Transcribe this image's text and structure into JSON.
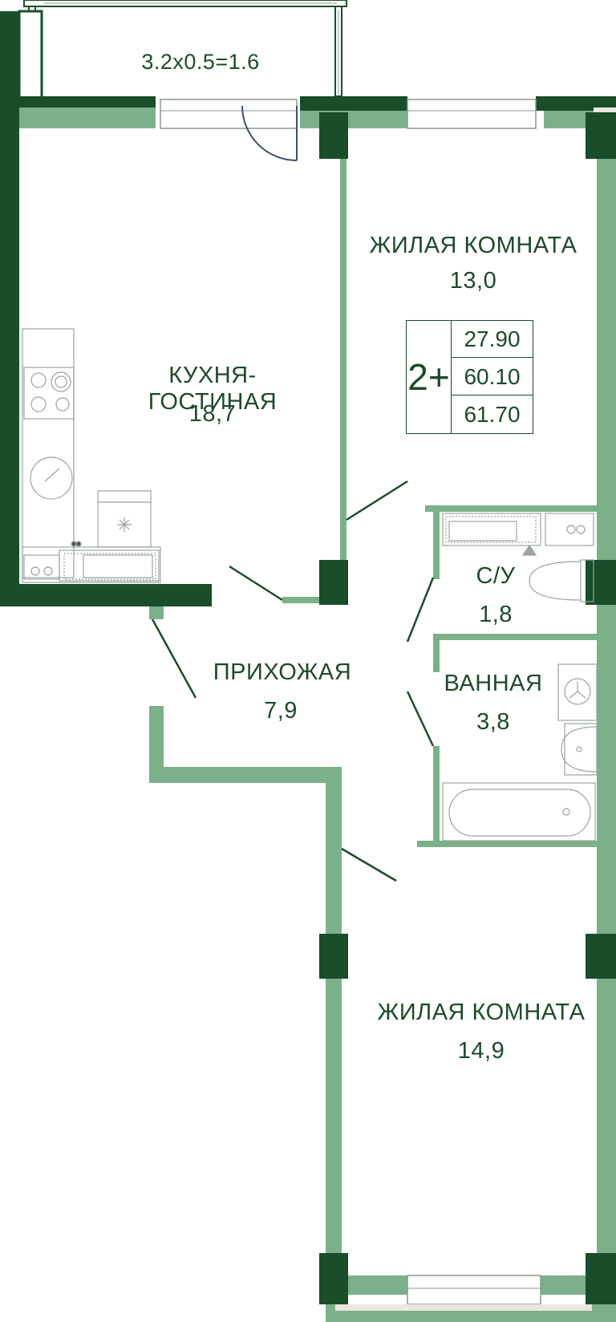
{
  "balcony": {
    "label": "3.2x0.5=1.6"
  },
  "rooms": {
    "living_room_1": {
      "name": "ЖИЛАЯ КОМНАТА",
      "area": "13,0"
    },
    "kitchen_living": {
      "name": "КУХНЯ-ГОСТИНАЯ",
      "area": "18,7"
    },
    "wc": {
      "name": "С/У",
      "area": "1,8"
    },
    "hallway": {
      "name": "ПРИХОЖАЯ",
      "area": "7,9"
    },
    "bathroom": {
      "name": "ВАННАЯ",
      "area": "3,8"
    },
    "living_room_2": {
      "name": "ЖИЛАЯ КОМНАТА",
      "area": "14,9"
    }
  },
  "summary": {
    "rooms_count": "2+",
    "living_area": "27.90",
    "total_area": "60.10",
    "total_area_with_balcony": "61.70"
  },
  "colors": {
    "dark_wall": "#1a4d2a",
    "light_wall": "#7bb08a",
    "text": "#1d4a2a",
    "fixture_line": "#8a9a8e"
  }
}
